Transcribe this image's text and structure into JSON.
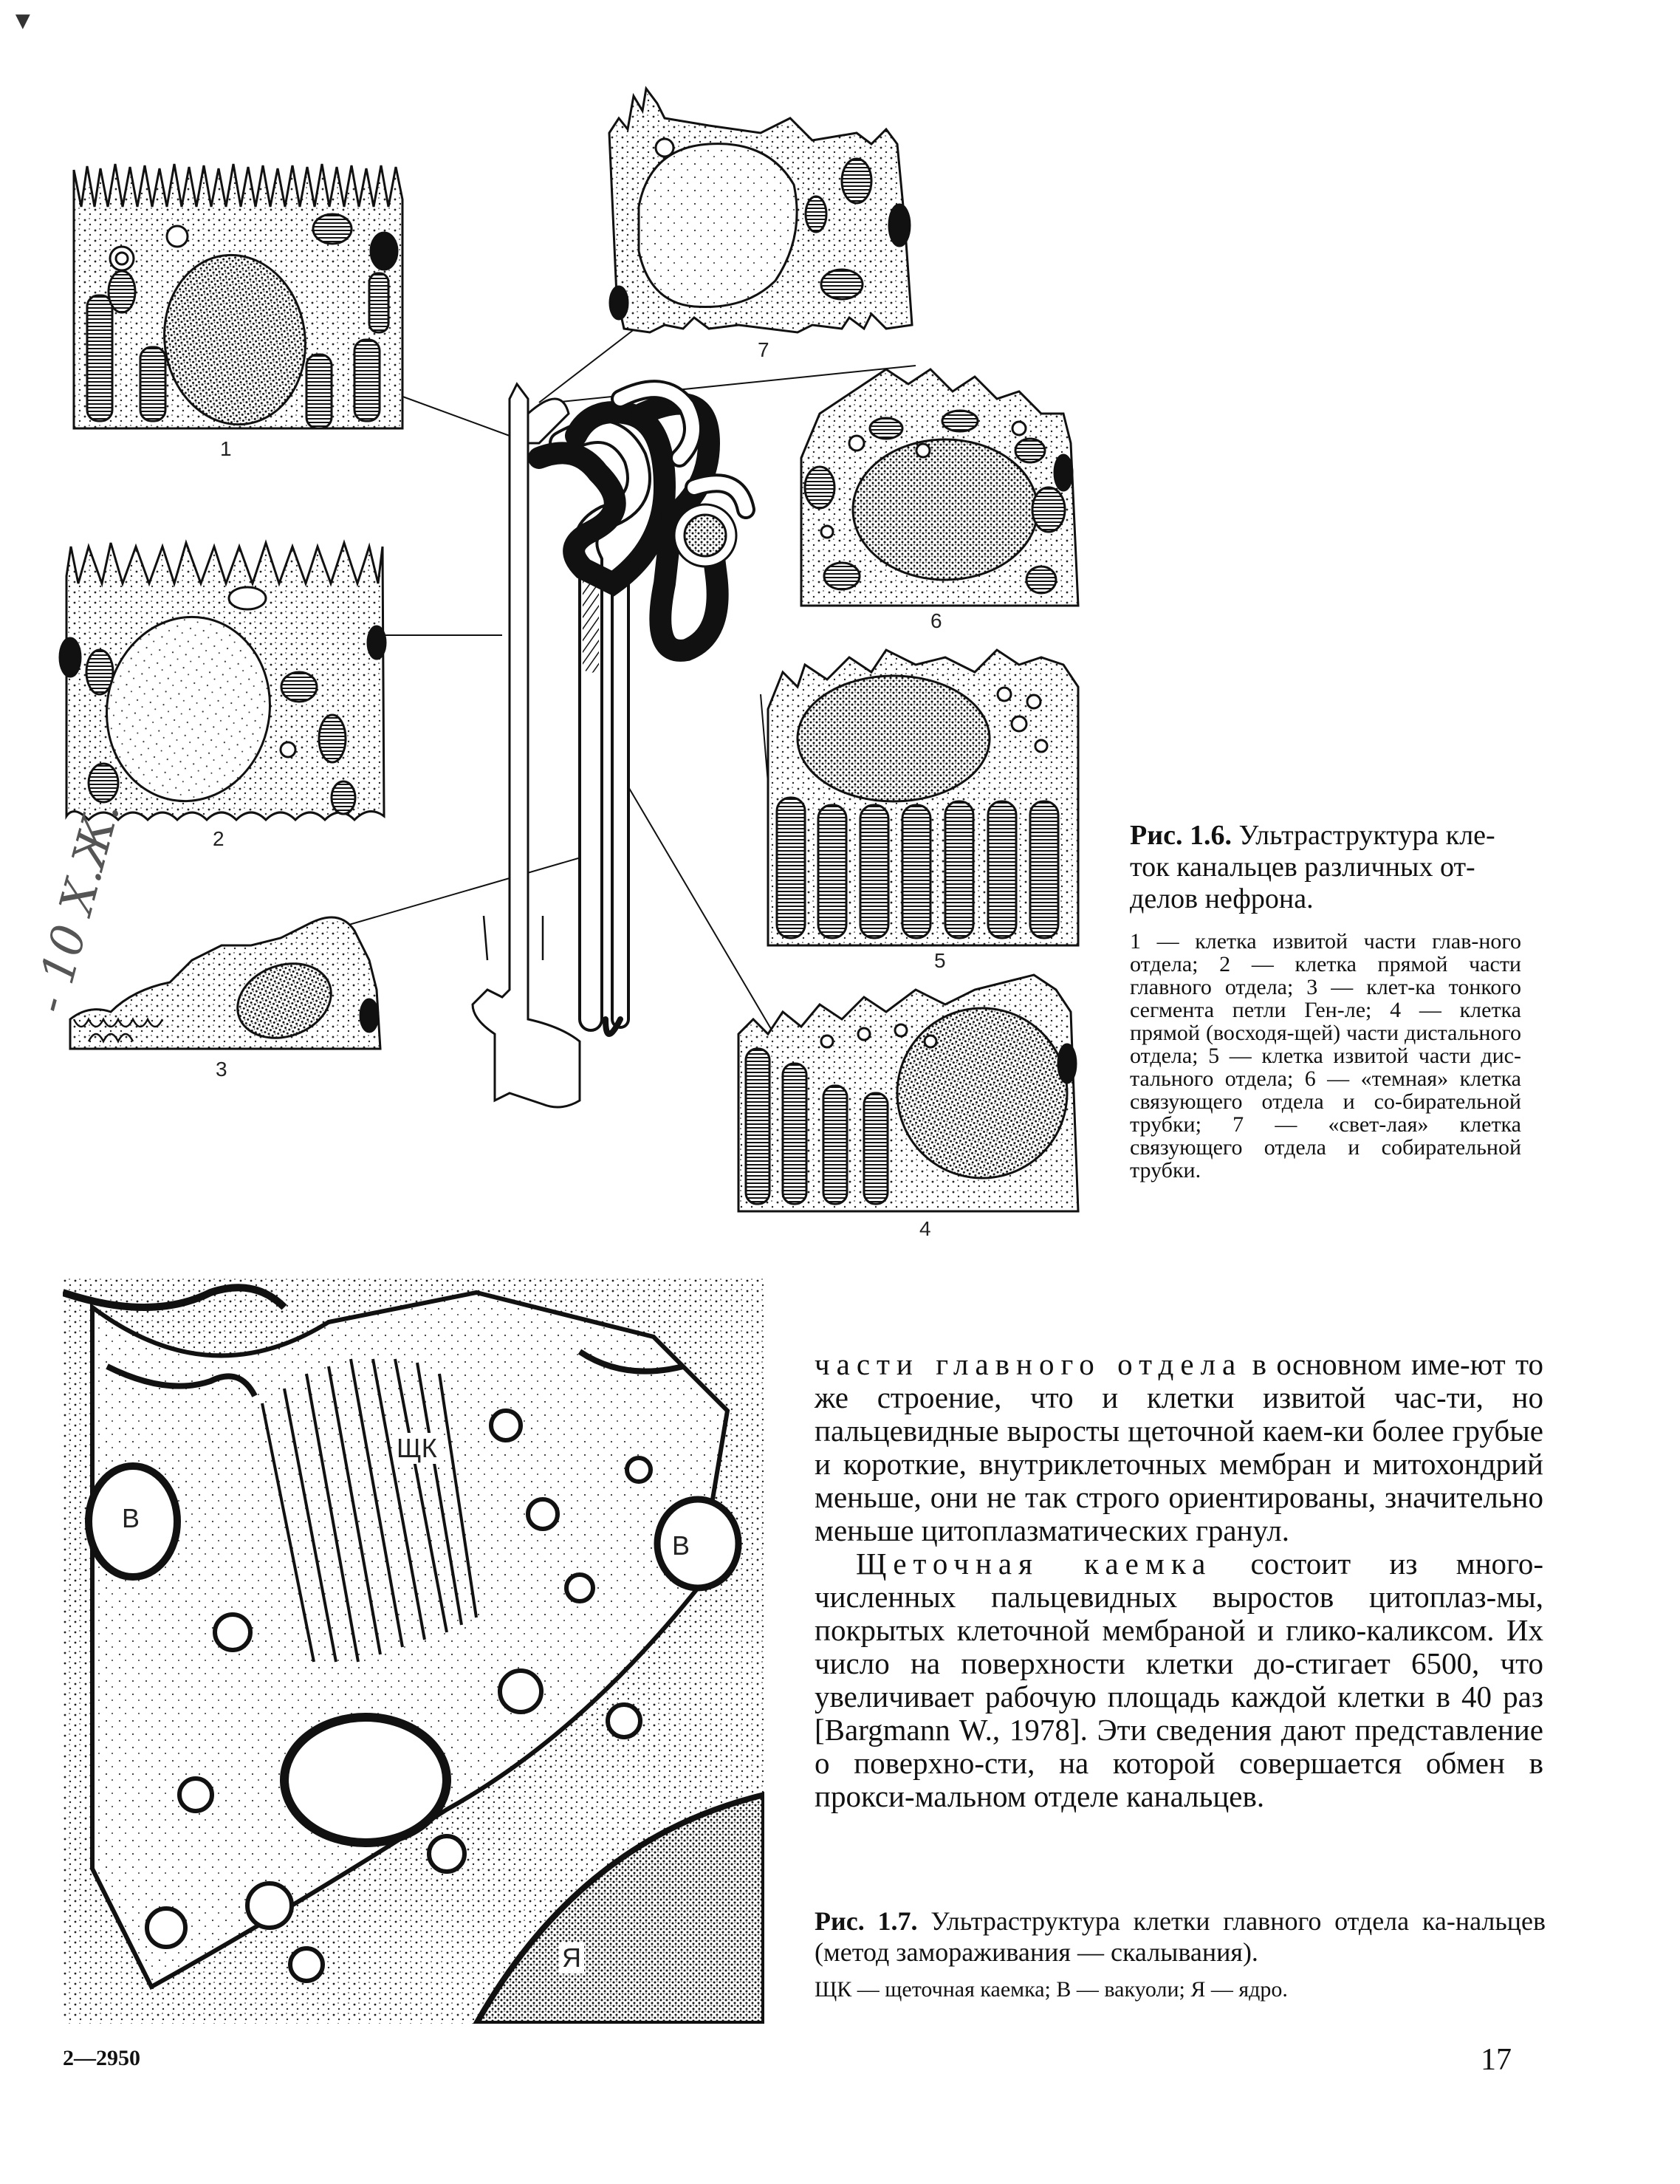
{
  "page": {
    "corner_mark": "▼",
    "handwritten_note": "- 10 Х.Ж.",
    "signature": "2—2950",
    "page_number": "17"
  },
  "figure_1_6": {
    "cell_labels": [
      "1",
      "2",
      "3",
      "4",
      "5",
      "6",
      "7"
    ],
    "caption_prefix": "Рис. 1.6.",
    "caption_text": "Ультраструктура кле-ток канальцев различных от-делов нефрона.",
    "legend": "1 — клетка извитой части глав-ного отдела; 2 — клетка прямой части главного отдела; 3 — клет-ка тонкого сегмента петли Ген-ле; 4 — клетка прямой (восходя-щей) части дистального отдела; 5 — клетка извитой части дис-тального отдела; 6 — «темная» клетка связующего отдела и со-бирательной трубки; 7 — «свет-лая» клетка связующего отдела и собирательной трубки."
  },
  "figure_1_7": {
    "labels": {
      "brush_border": "ЩК",
      "vacuole_left": "В",
      "vacuole_right": "В",
      "nucleus": "Я"
    },
    "caption_prefix": "Рис. 1.7.",
    "caption_text": "Ультраструктура клетки главного отдела ка-нальцев (метод замораживания — скалывания).",
    "legend": "ЩК — щеточная каемка; В — вакуоли; Я — ядро."
  },
  "body": {
    "para1_spaced": "части главного отдела",
    "para1_rest": " в основном име-ют то же строение, что и клетки извитой час-ти, но пальцевидные выросты щеточной каем-ки более грубые и короткие, внутриклеточных мембран и митохондрий меньше, они не так строго ориентированы, значительно меньше цитоплазматических гранул.",
    "para2_spaced": "Щеточная каемка",
    "para2_rest": " состоит из много-численных пальцевидных выростов цитоплаз-мы, покрытых клеточной мембраной и глико-каликсом. Их число на поверхности клетки до-стигает 6500, что увеличивает рабочую площадь каждой клетки в 40 раз [Bargmann W., 1978]. Эти сведения дают представление о поверхно-сти, на которой совершается обмен в прокси-мальном отделе канальцев."
  }
}
